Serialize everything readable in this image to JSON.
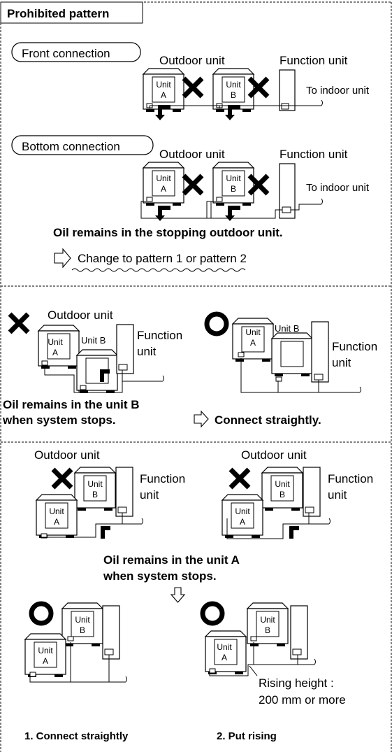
{
  "header": {
    "title": "Prohibited pattern"
  },
  "section1": {
    "front_label": "Front connection",
    "bottom_label": "Bottom connection",
    "outdoor_label": "Outdoor unit",
    "function_label": "Function unit",
    "to_indoor": "To indoor unit",
    "unit_word": "Unit",
    "unit_a": "A",
    "unit_b": "B",
    "warning": "Oil remains in the stopping outdoor unit.",
    "change_text": "Change to pattern 1 or pattern 2"
  },
  "section2": {
    "outdoor_label": "Outdoor unit",
    "function_l1": "Function",
    "function_l2": "unit",
    "unit_word": "Unit",
    "unit_a": "A",
    "unit_b_full": "Unit B",
    "warning_l1": "Oil remains in the unit B",
    "warning_l2": "when system stops.",
    "fix": "Connect straightly."
  },
  "section3": {
    "outdoor_label": "Outdoor unit",
    "function_l1": "Function",
    "function_l2": "unit",
    "unit_word": "Unit",
    "unit_a": "A",
    "unit_b": "B",
    "warning_l1": "Oil remains in the unit A",
    "warning_l2": "when system stops.",
    "rising_l1": "Rising height :",
    "rising_l2": "200 mm or more",
    "caption1": "1. Connect straightly",
    "caption2": "2. Put rising"
  }
}
